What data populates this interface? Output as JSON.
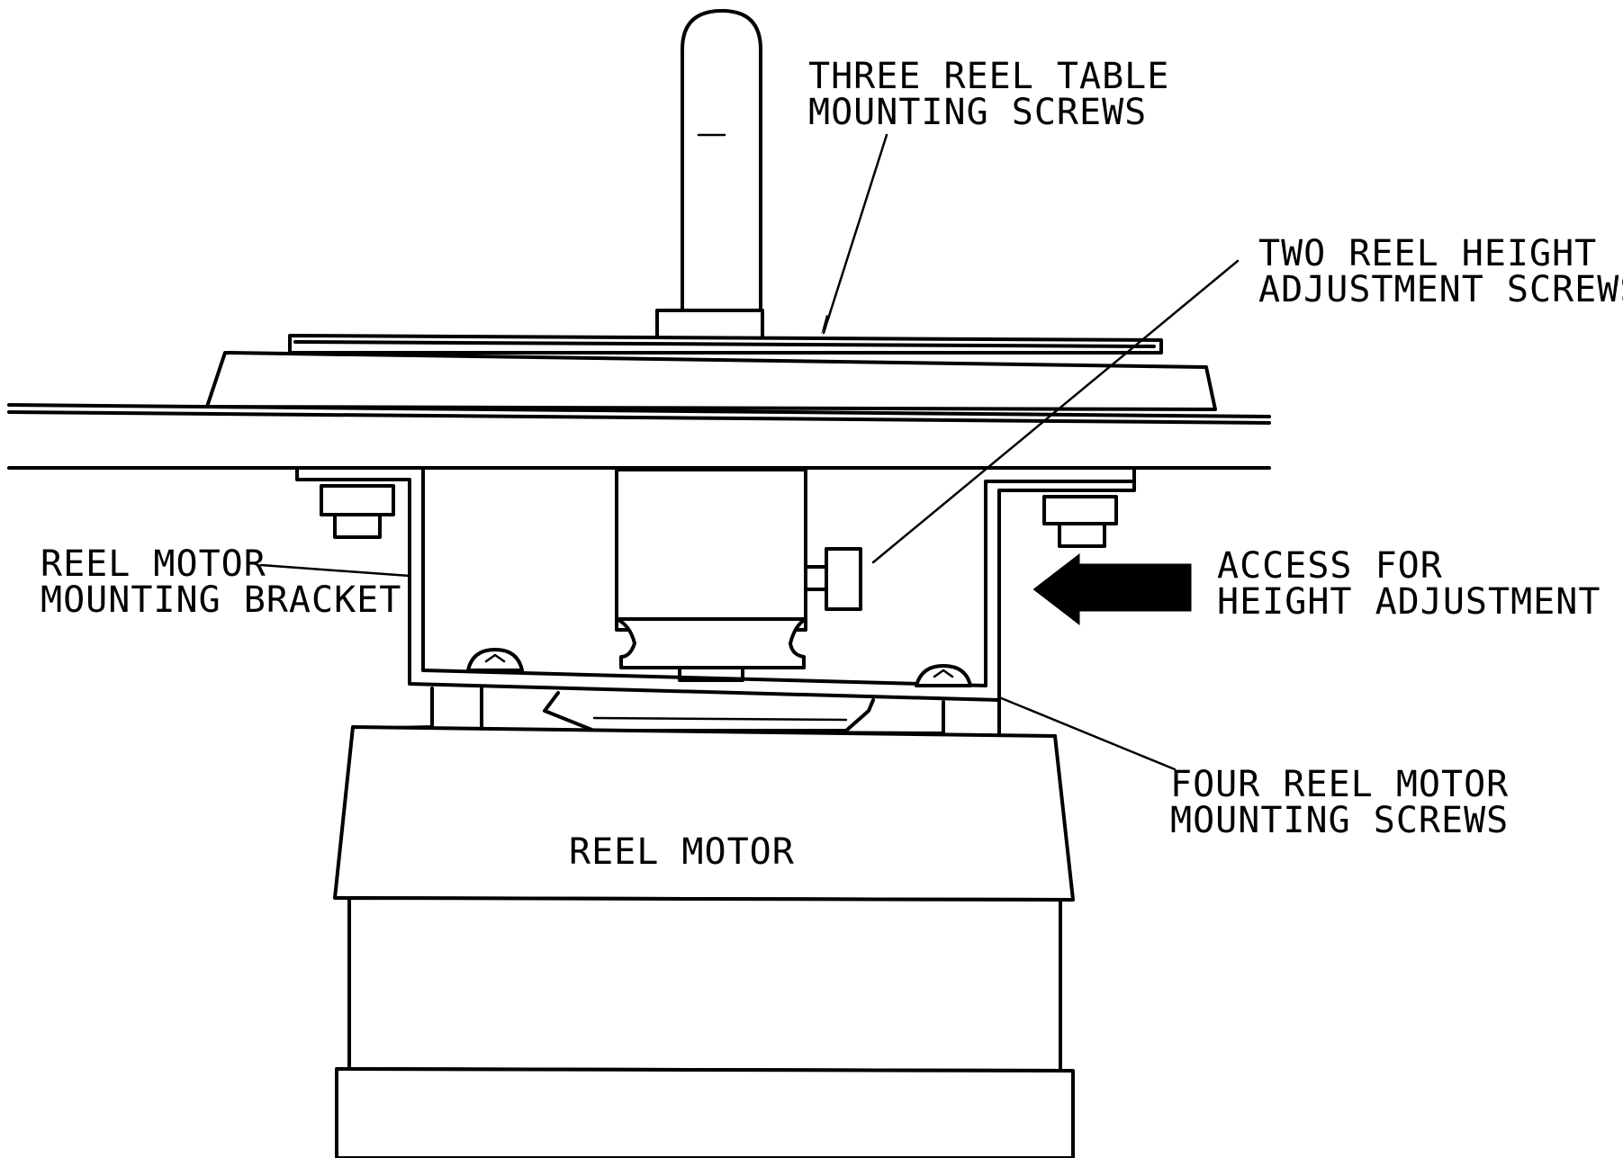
{
  "labels": {
    "reel_table_screws": [
      "THREE REEL TABLE",
      "MOUNTING SCREWS"
    ],
    "height_screws": [
      "TWO REEL HEIGHT",
      "ADJUSTMENT SCREWS"
    ],
    "bracket": [
      "REEL MOTOR",
      "MOUNTING BRACKET"
    ],
    "access": [
      "ACCESS FOR",
      "HEIGHT ADJUSTMENT"
    ],
    "motor_screws": [
      "FOUR REEL MOTOR",
      "MOUNTING SCREWS"
    ],
    "motor": "REEL MOTOR"
  }
}
